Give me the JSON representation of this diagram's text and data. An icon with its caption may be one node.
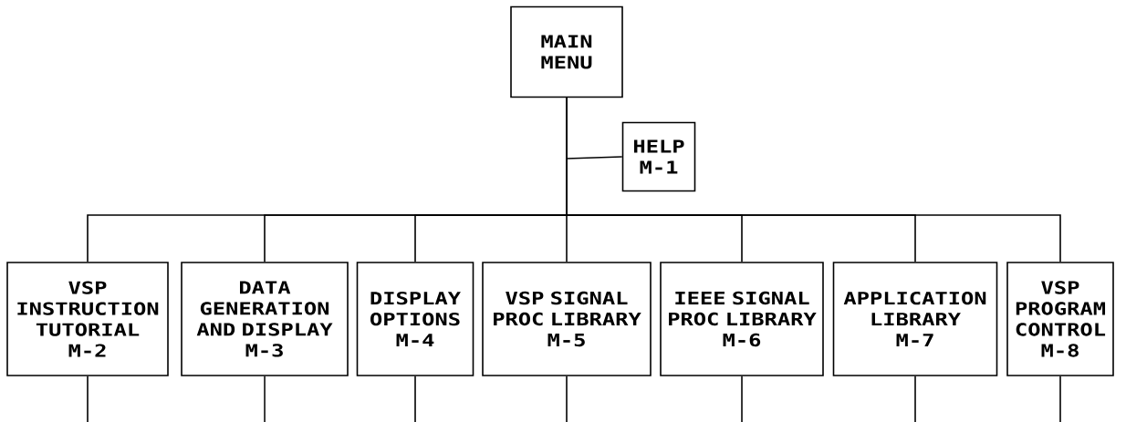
{
  "diagram": {
    "nodes": [
      {
        "text": [
          "MAIN MENU"
        ]
      },
      {
        "text": [
          "HELP",
          "M-1"
        ]
      },
      {
        "text": [
          "VSP INSTRUCTION TUTORIAL",
          "M-2"
        ]
      },
      {
        "text": [
          "DATA GENERATION AND DISPLAY",
          "M-3"
        ]
      },
      {
        "text": [
          "DISPLAY OPTIONS",
          "M-4"
        ]
      },
      {
        "text": [
          "VSP SIGNAL PROC LIBRARY",
          "M-5"
        ]
      },
      {
        "text": [
          "IEEE SIGNAL PROC LIBRARY",
          "M-6"
        ]
      },
      {
        "text": [
          "APPLICATION LIBRARY",
          "M-7"
        ]
      },
      {
        "text": [
          "VSP PROGRAM CONTROL",
          "M-8"
        ]
      }
    ],
    "edges": [
      {
        "from": 0,
        "to": 1,
        "arrow": "none"
      },
      {
        "from": 0,
        "to": 2,
        "arrow": "none"
      },
      {
        "from": 0,
        "to": 3,
        "arrow": "none"
      },
      {
        "from": 0,
        "to": 4,
        "arrow": "none"
      },
      {
        "from": 0,
        "to": 5,
        "arrow": "none"
      },
      {
        "from": 0,
        "to": 6,
        "arrow": "none"
      },
      {
        "from": 0,
        "to": 7,
        "arrow": "none"
      },
      {
        "from": 0,
        "to": 8,
        "arrow": "none"
      },
      {
        "from": 2,
        "to": null,
        "arrow": "none"
      },
      {
        "from": 3,
        "to": null,
        "arrow": "none"
      },
      {
        "from": 4,
        "to": null,
        "arrow": "none"
      },
      {
        "from": 5,
        "to": null,
        "arrow": "none"
      },
      {
        "from": 6,
        "to": null,
        "arrow": "none"
      },
      {
        "from": 7,
        "to": null,
        "arrow": "none"
      },
      {
        "from": 8,
        "to": null,
        "arrow": "none"
      }
    ]
  }
}
